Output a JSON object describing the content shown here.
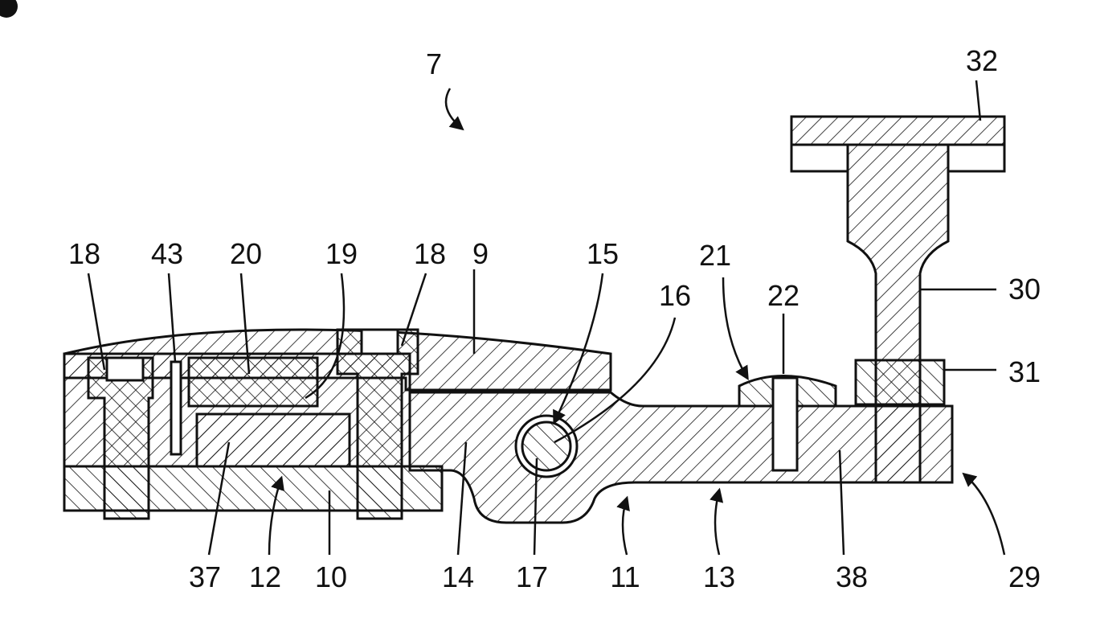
{
  "figure": {
    "labels": {
      "assembly": "7",
      "plate_32": "32",
      "pin_30": "30",
      "collar_31": "31",
      "screw_18_left": "18",
      "part_43": "43",
      "part_20": "20",
      "part_19": "19",
      "screw_18_right": "18",
      "housing_9": "9",
      "part_15": "15",
      "part_16": "16",
      "part_21": "21",
      "part_22": "22",
      "part_37": "37",
      "part_12": "12",
      "base_10": "10",
      "part_14": "14",
      "pivot_17": "17",
      "lever_11": "11",
      "arm_13": "13",
      "part_38": "38",
      "end_29": "29"
    }
  }
}
